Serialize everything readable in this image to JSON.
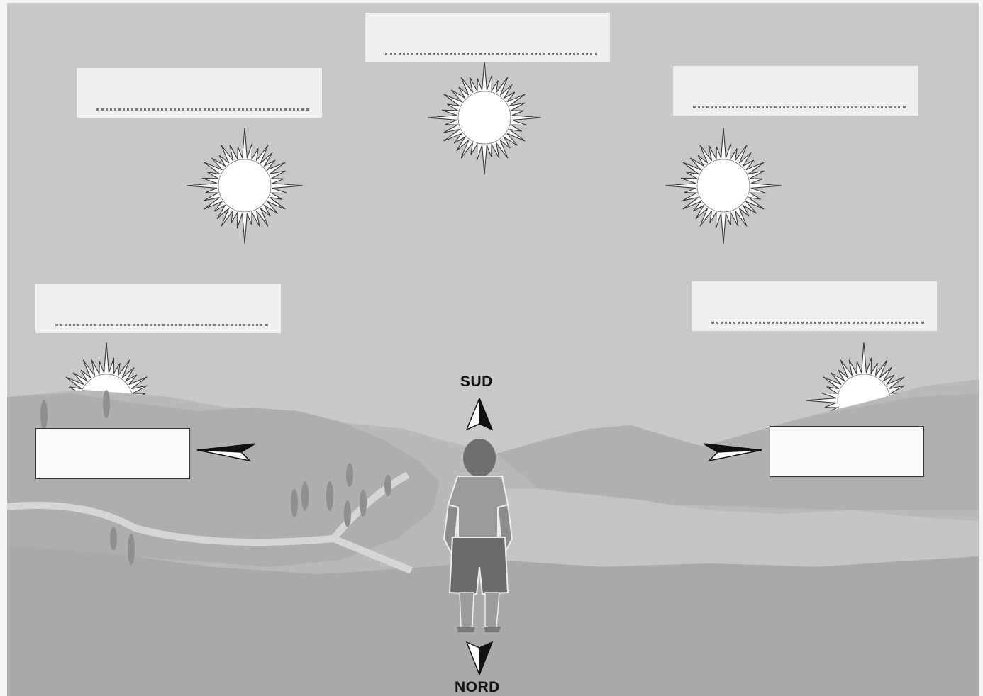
{
  "compass": {
    "south_label": "SUD",
    "north_label": "NORD"
  },
  "colors": {
    "sky": "#c9c9c9",
    "hills_far": "#b5b5b5",
    "hills_near": "#a6a6a6",
    "label_box": "#efefef",
    "sun_stroke": "#333333"
  },
  "label_boxes": [
    {
      "id": "top-center",
      "value": ""
    },
    {
      "id": "upper-left",
      "value": ""
    },
    {
      "id": "upper-right",
      "value": ""
    },
    {
      "id": "lower-left",
      "value": ""
    },
    {
      "id": "lower-right",
      "value": ""
    }
  ],
  "answer_boxes": [
    {
      "id": "left",
      "value": ""
    },
    {
      "id": "right",
      "value": ""
    }
  ]
}
